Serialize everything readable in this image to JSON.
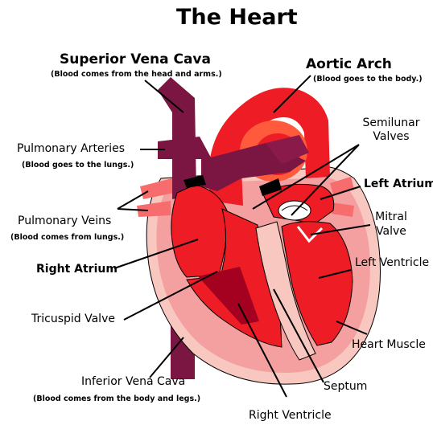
{
  "title": "The Heart",
  "labels": {
    "superior_vena_cava": "Superior Vena Cava",
    "superior_vena_cava_note": "(Blood comes from the head and arms.)",
    "aortic_arch": "Aortic Arch",
    "aortic_arch_note": "(Blood goes to the body.)",
    "pulmonary_arteries": "Pulmonary Arteries",
    "pulmonary_arteries_note": "(Blood goes to the lungs.)",
    "semilunar_line1": "Semilunar",
    "semilunar_line2": "Valves",
    "left_atrium": "Left Atrium",
    "pulmonary_veins": "Pulmonary Veins",
    "pulmonary_veins_note": "(Blood comes from lungs.)",
    "mitral_line1": "Mitral",
    "mitral_line2": "Valve",
    "right_atrium": "Right Atrium",
    "left_ventricle": "Left Ventricle",
    "tricuspid_valve": "Tricuspid Valve",
    "heart_muscle": "Heart Muscle",
    "inferior_vena_cava": "Inferior Vena Cava",
    "inferior_vena_cava_note": "(Blood comes from the body and legs.)",
    "septum": "Septum",
    "right_ventricle": "Right Ventricle"
  },
  "colors": {
    "vena_cava": "#7b1642",
    "heart_red": "#ee1c25",
    "dark_red": "#a4001f",
    "pink_outer": "#f6a8a8",
    "muscle_pink": "#f8c8c0",
    "aorta_orange": "#ff5a3c",
    "pulmonary_light": "#f76d6d",
    "valve_white": "#ffffff"
  }
}
